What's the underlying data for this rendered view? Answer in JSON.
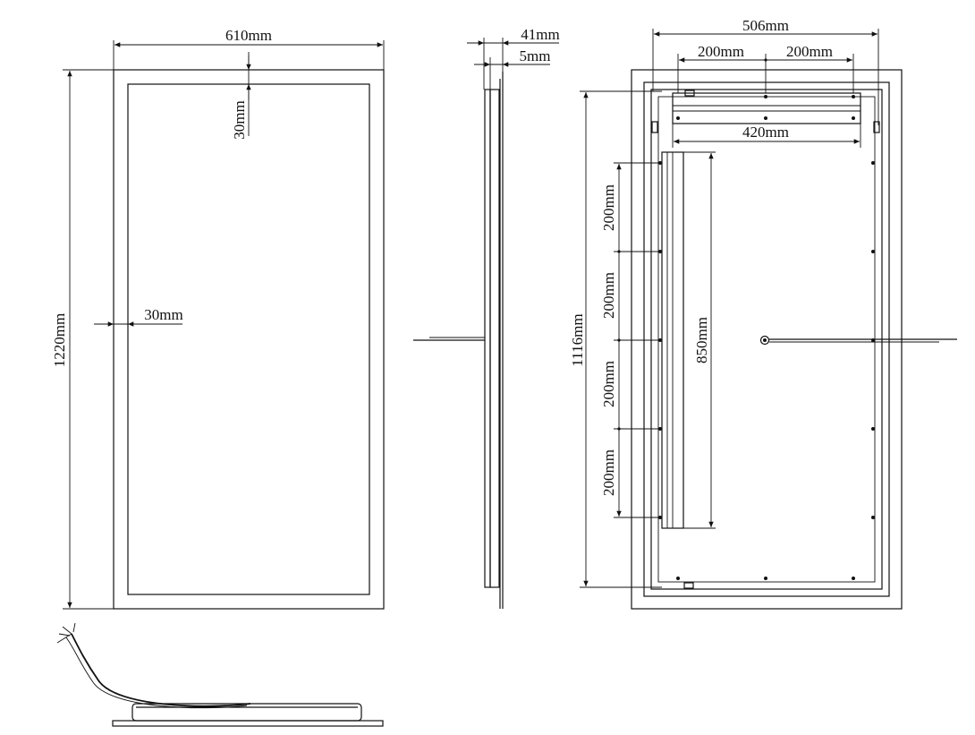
{
  "front_view": {
    "width_label": "610mm",
    "height_label": "1220mm",
    "top_border_label": "30mm",
    "side_border_label": "30mm"
  },
  "side_view": {
    "depth_label": "41mm",
    "glass_label": "5mm"
  },
  "back_view": {
    "top_width_label": "506mm",
    "spacing_left_label": "200mm",
    "spacing_right_label": "200mm",
    "bracket_width_label": "420mm",
    "height_label": "1116mm",
    "bracket_height_label": "850mm",
    "vertical_spacing_labels": [
      "200mm",
      "200mm",
      "200mm",
      "200mm"
    ]
  },
  "colors": {
    "line": "#111111",
    "background": "#ffffff",
    "frosted_fill": "#cfcfcf"
  }
}
